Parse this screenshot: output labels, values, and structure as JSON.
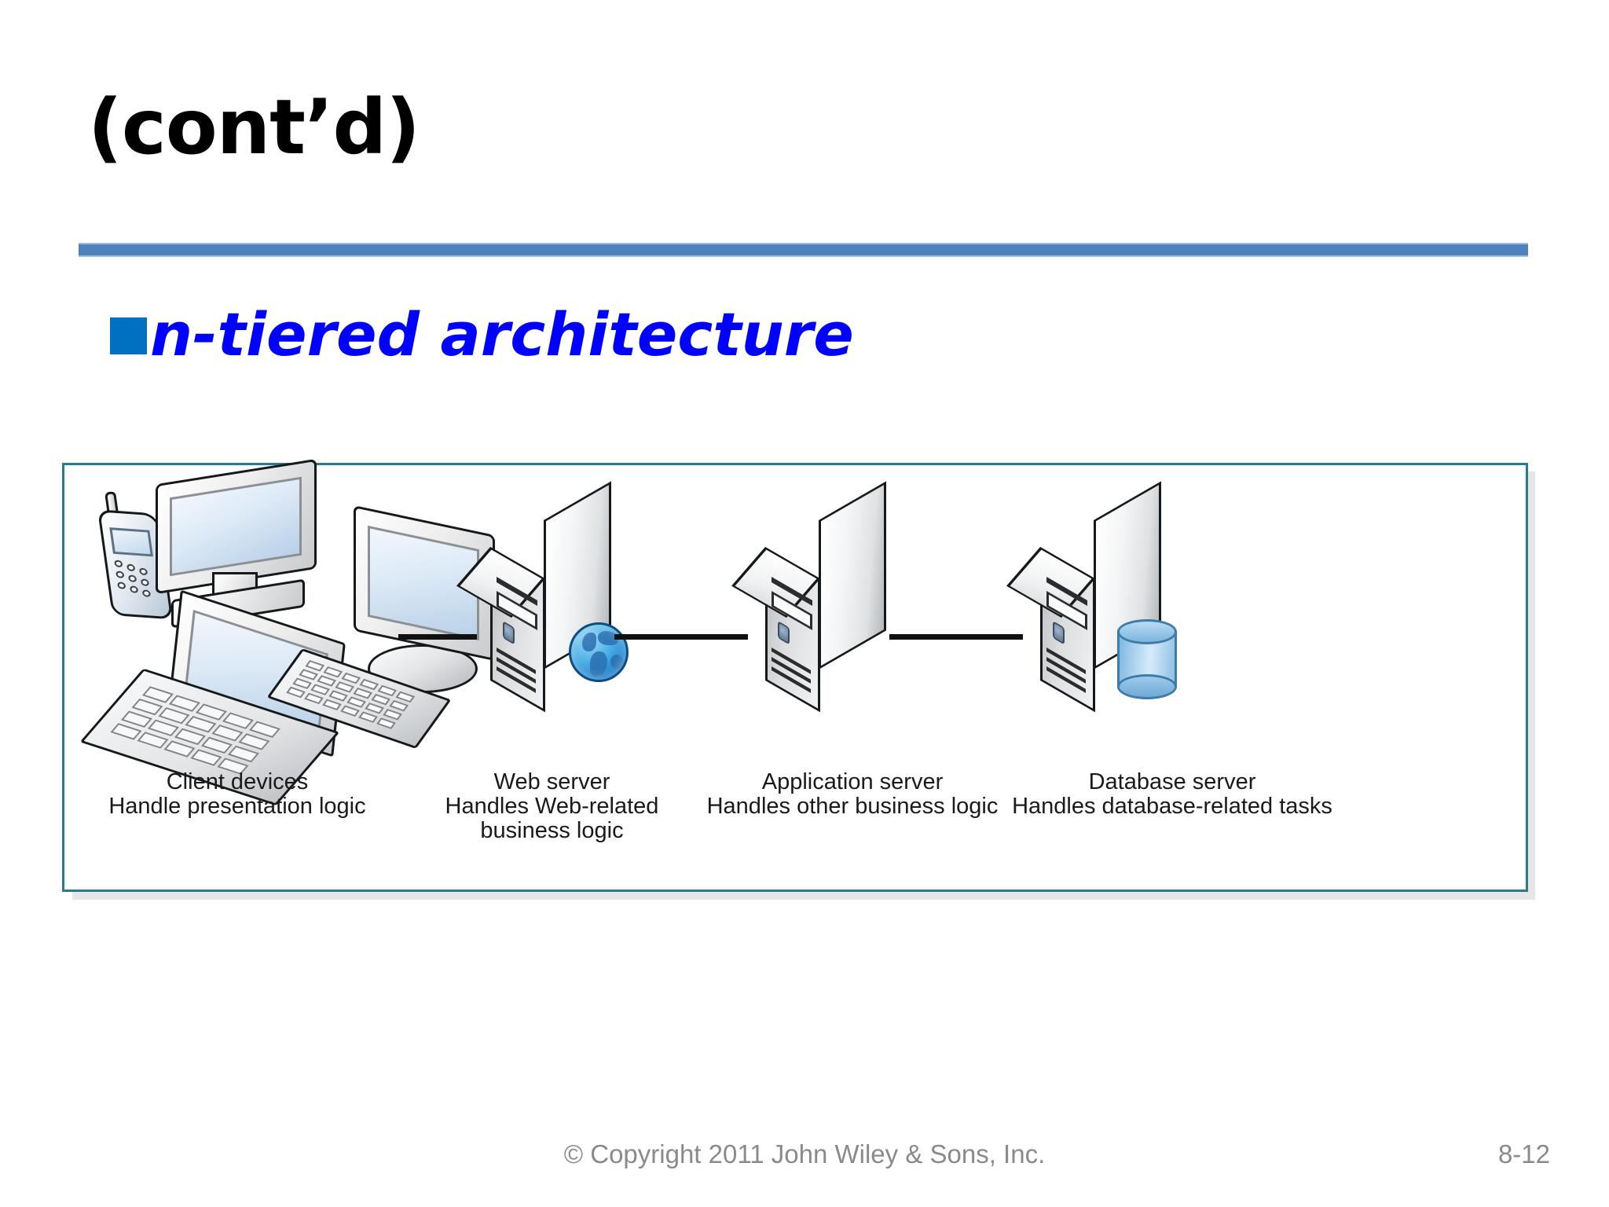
{
  "slide": {
    "title": "(cont’d)",
    "bullet_text": "n-tiered architecture",
    "accent_rule_color": "#4F81BD",
    "bullet_square_color": "#0070C0",
    "bullet_text_color": "#0000FF",
    "diagram_border_color": "#2E7A8C"
  },
  "diagram": {
    "name": "n-tiered-architecture-diagram",
    "tiers": [
      {
        "id": "client-devices",
        "title": "Client devices",
        "description": "Handle presentation logic",
        "icon": "client-devices-cluster-icon"
      },
      {
        "id": "web-server",
        "title": "Web server",
        "description": "Handles Web-related business logic",
        "icon": "web-server-tower-icon",
        "badge": "globe-icon",
        "badge_color": "#1477C4"
      },
      {
        "id": "application-server",
        "title": "Application server",
        "description": "Handles other business logic",
        "icon": "application-server-tower-icon"
      },
      {
        "id": "database-server",
        "title": "Database server",
        "description": "Handles database-related tasks",
        "icon": "database-server-tower-icon",
        "badge": "database-cylinder-icon",
        "badge_color": "#8DBFE4"
      }
    ]
  },
  "footer": {
    "copyright": "© Copyright 2011 John Wiley & Sons, Inc.",
    "page_number": "8-12"
  }
}
